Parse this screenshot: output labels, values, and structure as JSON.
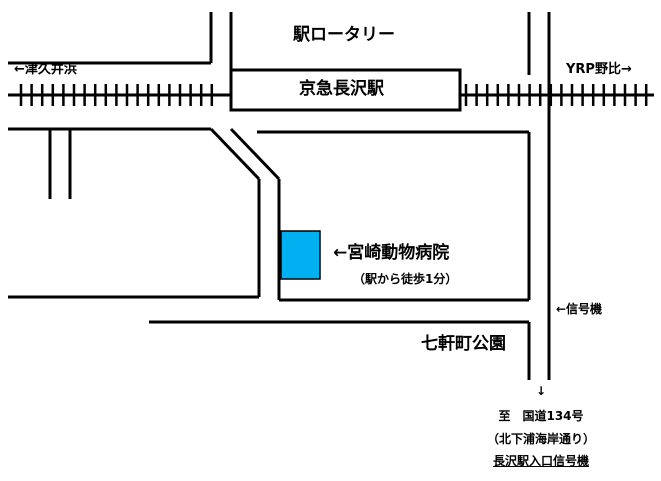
{
  "colors": {
    "road": "#000000",
    "clinic": "#00b0f0",
    "background": "#ffffff"
  },
  "labels": {
    "rotary": "駅ロータリー",
    "station": "京急長沢駅",
    "to_tsukuihama": "←津久井浜",
    "to_yrp_nobi": "YRP野比→",
    "clinic_name": "←宮崎動物病院",
    "clinic_walk": "（駅から徒歩1分）",
    "traffic_signal": "←信号機",
    "park": "七軒町公園",
    "arrow_down": "↓",
    "dest_line1": "至　国道134号",
    "dest_line2": "（北下浦海岸通り）",
    "dest_line3": "長沢駅入口信号機"
  },
  "icons": {
    "clinic_marker": "blue-square-building",
    "railway": "railway-track-ties"
  }
}
